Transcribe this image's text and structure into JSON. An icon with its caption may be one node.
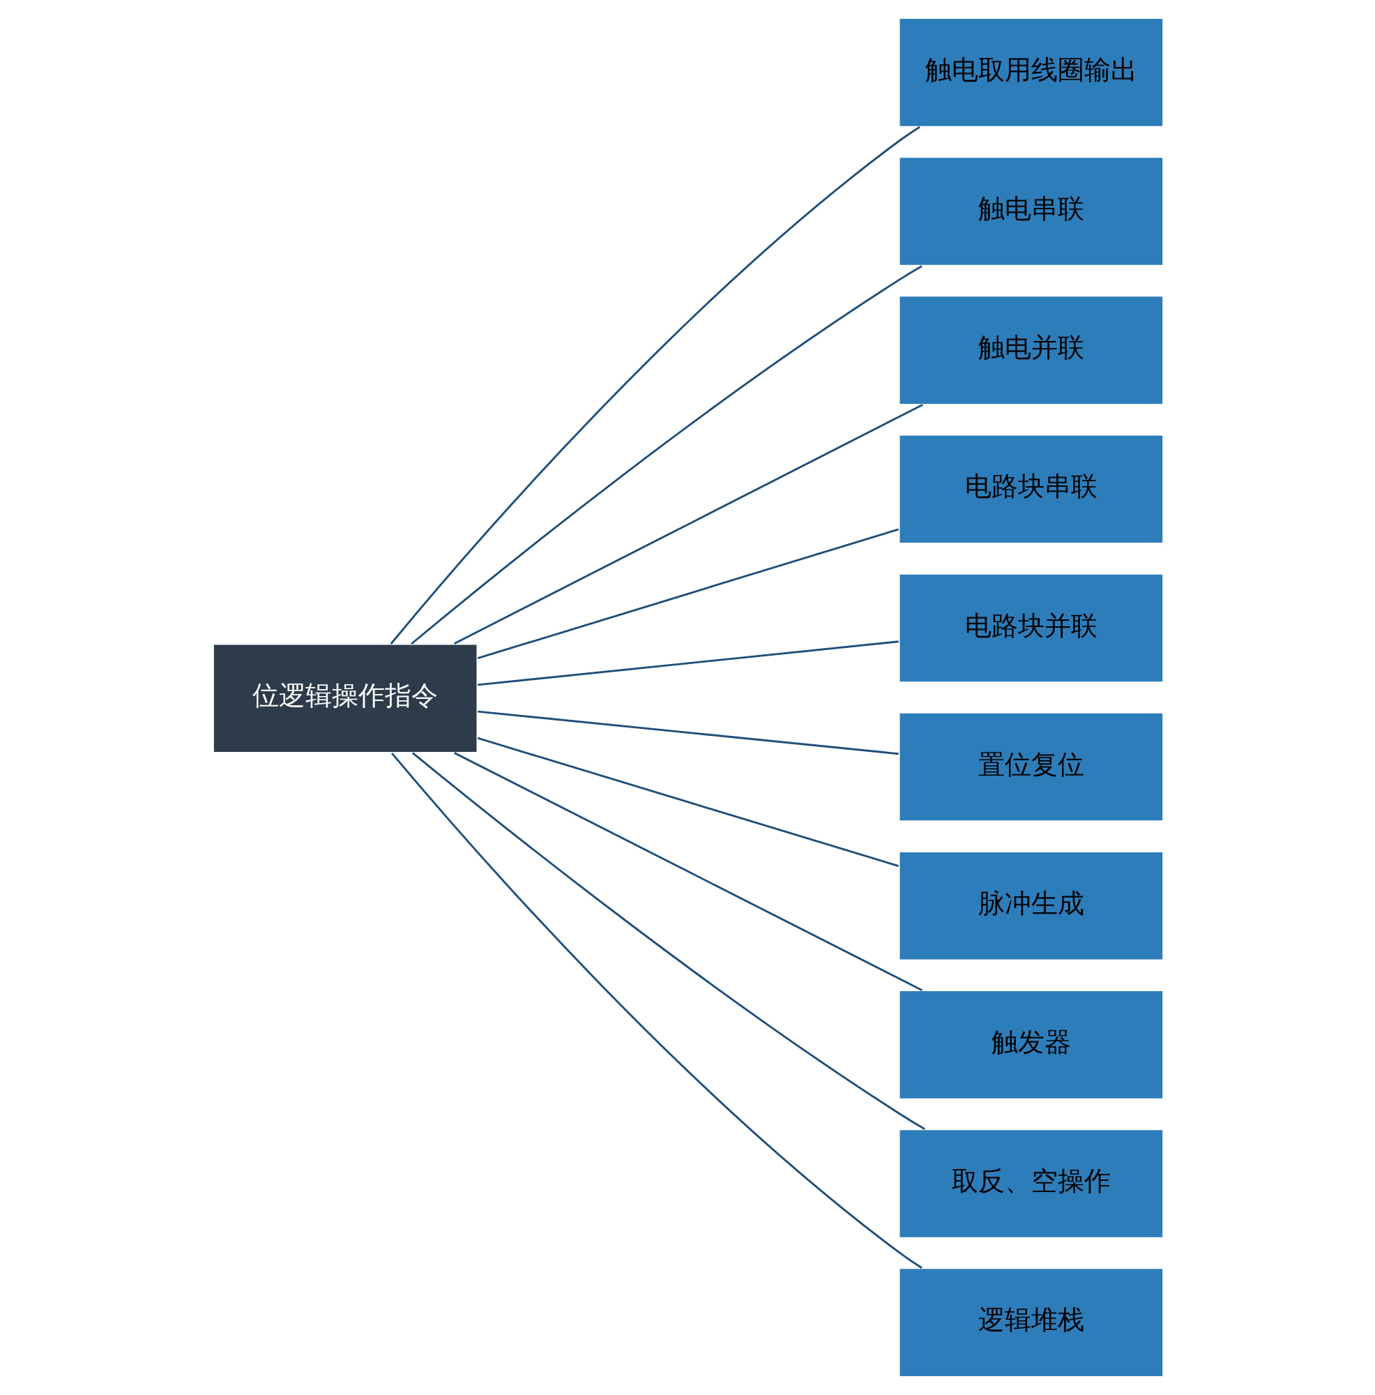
{
  "diagram": {
    "nodes": [
      {
        "text": [
          "位逻辑操作指令"
        ]
      },
      {
        "text": [
          "触电取用线圈输出"
        ]
      },
      {
        "text": [
          "触电串联"
        ]
      },
      {
        "text": [
          "触电并联"
        ]
      },
      {
        "text": [
          "电路块串联"
        ]
      },
      {
        "text": [
          "电路块并联"
        ]
      },
      {
        "text": [
          "置位复位"
        ]
      },
      {
        "text": [
          "脉冲生成"
        ]
      },
      {
        "text": [
          "触发器"
        ]
      },
      {
        "text": [
          "取反、空操作"
        ]
      },
      {
        "text": [
          "逻辑堆栈"
        ]
      }
    ],
    "edges": [
      {
        "from": 0,
        "to": 1,
        "arrow": "none"
      },
      {
        "from": 0,
        "to": 2,
        "arrow": "none"
      },
      {
        "from": 0,
        "to": 3,
        "arrow": "none"
      },
      {
        "from": 0,
        "to": 4,
        "arrow": "none"
      },
      {
        "from": 0,
        "to": 5,
        "arrow": "none"
      },
      {
        "from": 0,
        "to": 6,
        "arrow": "none"
      },
      {
        "from": 0,
        "to": 7,
        "arrow": "none"
      },
      {
        "from": 0,
        "to": 8,
        "arrow": "none"
      },
      {
        "from": 0,
        "to": 9,
        "arrow": "none"
      },
      {
        "from": 0,
        "to": 10,
        "arrow": "none"
      }
    ]
  }
}
